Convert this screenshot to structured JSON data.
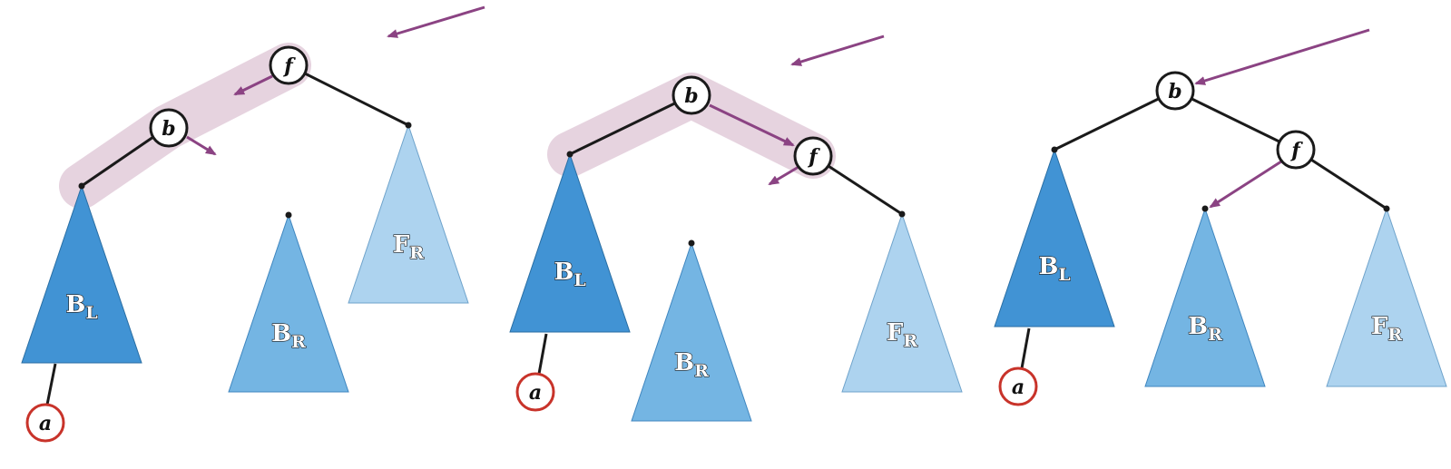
{
  "colors": {
    "subtree_bl": "#4193d4",
    "subtree_br": "#74b5e3",
    "subtree_fr": "#add3ef",
    "edge": "#1a1a1a",
    "node_stroke": "#1a1a1a",
    "node_fill": "#ffffff",
    "target_node_stroke": "#c8332a",
    "arrow": "#8b4383",
    "highlight": "#e6d3df"
  },
  "nodes": {
    "f": "f",
    "b": "b",
    "a": "a"
  },
  "subtrees": {
    "bl": {
      "main": "B",
      "sub": "L"
    },
    "br": {
      "main": "B",
      "sub": "R"
    },
    "fr": {
      "main": "F",
      "sub": "R"
    }
  }
}
